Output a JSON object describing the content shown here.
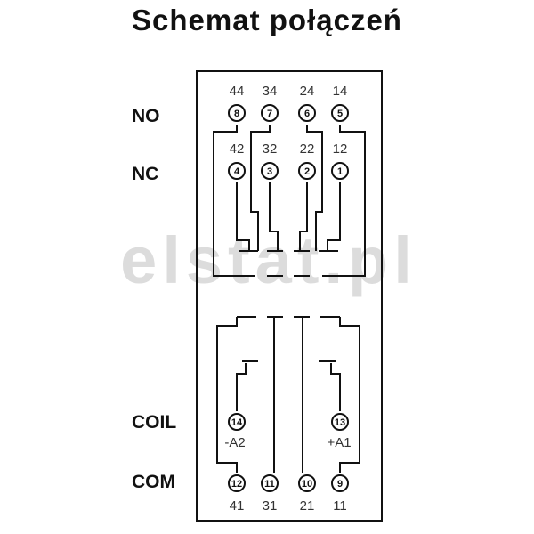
{
  "title": "Schemat połączeń",
  "labels": {
    "no": "NO",
    "nc": "NC",
    "coil": "COIL",
    "com": "COM"
  },
  "watermark": "elstat.pl",
  "no_terminals": [
    {
      "pin": "44",
      "circle": "8"
    },
    {
      "pin": "34",
      "circle": "7"
    },
    {
      "pin": "24",
      "circle": "6"
    },
    {
      "pin": "14",
      "circle": "5"
    }
  ],
  "nc_terminals": [
    {
      "pin": "42",
      "circle": "4"
    },
    {
      "pin": "32",
      "circle": "3"
    },
    {
      "pin": "22",
      "circle": "2"
    },
    {
      "pin": "12",
      "circle": "1"
    }
  ],
  "coil_terminals": [
    {
      "pin": "-A2",
      "circle": "14"
    },
    {
      "pin": "+A1",
      "circle": "13"
    }
  ],
  "com_terminals": [
    {
      "pin": "41",
      "circle": "12"
    },
    {
      "pin": "31",
      "circle": "11"
    },
    {
      "pin": "21",
      "circle": "10"
    },
    {
      "pin": "11",
      "circle": "9"
    }
  ],
  "colors": {
    "line": "#111111",
    "text": "#333333",
    "watermark": "#dcdcdc"
  }
}
